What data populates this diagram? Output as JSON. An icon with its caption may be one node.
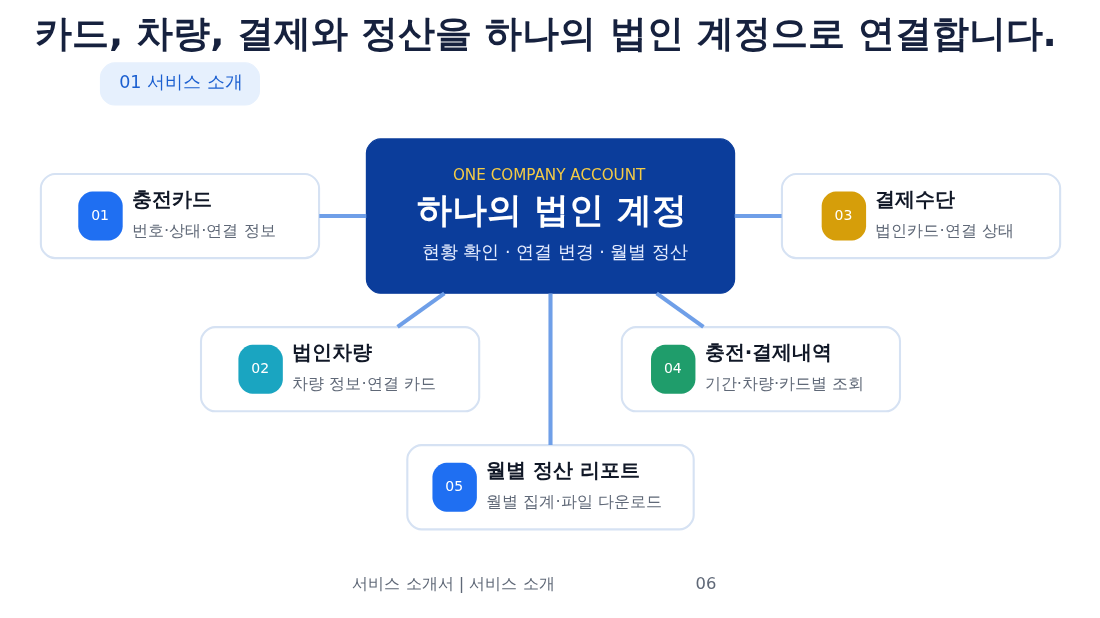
{
  "diagram": {
    "title": "카드, 차량, 결제와 정산을 하나의 법인 계정으로 연결합니다.",
    "nodes": [
      {
        "text": [
          "01 서비스 소개"
        ]
      },
      {
        "text": [
          "01",
          "충전카드",
          "번호·상태·연결 정보"
        ]
      },
      {
        "text": [
          "ONE COMPANY ACCOUNT",
          "하나의 법인 계정",
          "현황 확인 · 연결 변경 · 월별 정산"
        ]
      },
      {
        "text": [
          "03",
          "결제수단",
          "법인카드·연결 상태"
        ]
      },
      {
        "text": [
          "02",
          "법인차량",
          "차량 정보·연결 카드"
        ]
      },
      {
        "text": [
          "04",
          "충전·결제내역",
          "기간·차량·카드별 조회"
        ]
      },
      {
        "text": [
          "05",
          "월별 정산 리포트",
          "월별 집계·파일 다운로드"
        ]
      }
    ],
    "edges": [
      {
        "from": 1,
        "to": 2,
        "arrow": "none"
      },
      {
        "from": 2,
        "to": 3,
        "arrow": "none"
      },
      {
        "from": 2,
        "to": 4,
        "arrow": "none"
      },
      {
        "from": 2,
        "to": 6,
        "arrow": "none"
      },
      {
        "from": 2,
        "to": 5,
        "arrow": "none"
      }
    ],
    "labels": [
      "서비스 소개서 | 서비스 소개",
      "06"
    ]
  }
}
